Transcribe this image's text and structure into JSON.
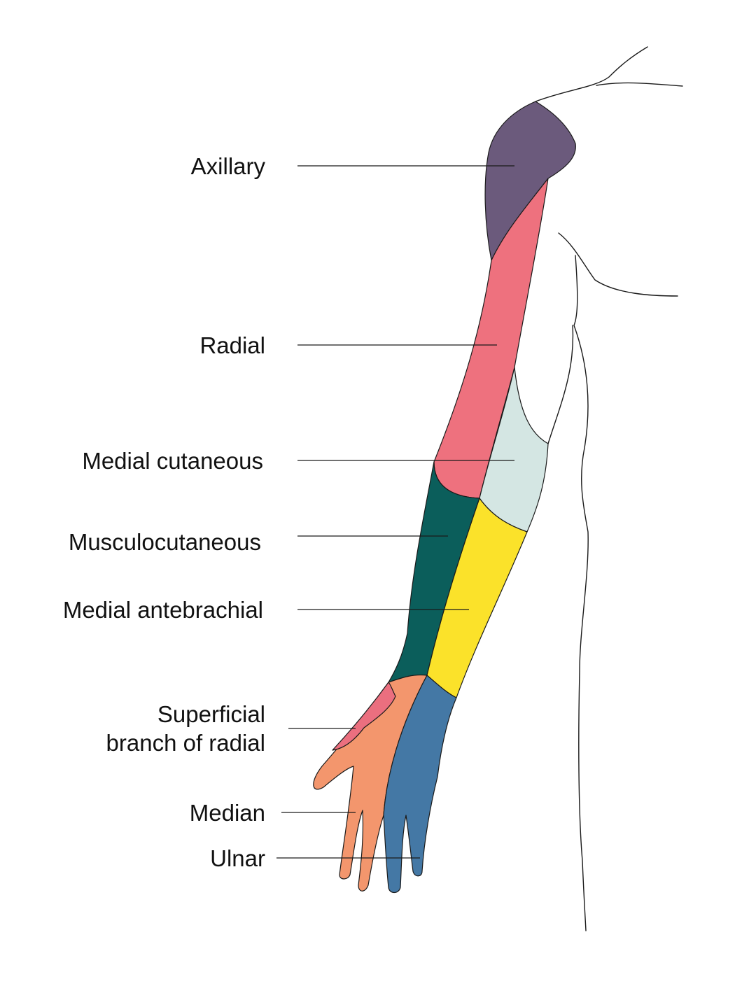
{
  "labels": {
    "axillary": "Axillary",
    "radial": "Radial",
    "medial_cutaneous": "Medial cutaneous",
    "musculocutaneous": "Musculocutaneous",
    "medial_antebrachial": "Medial antebrachial",
    "superficial_branch_line1": "Superficial",
    "superficial_branch_line2": "branch of radial",
    "median": "Median",
    "ulnar": "Ulnar"
  },
  "colors": {
    "axillary": "#6b5a7c",
    "radial": "#ee717e",
    "medial_cutaneous": "#d4e6e3",
    "musculocutaneous": "#0b5e5b",
    "medial_antebrachial": "#fbe22a",
    "superficial_branch_of_radial": "#eb6f7f",
    "median": "#f3966d",
    "ulnar": "#4478a5",
    "outline": "#1a1a1a"
  }
}
